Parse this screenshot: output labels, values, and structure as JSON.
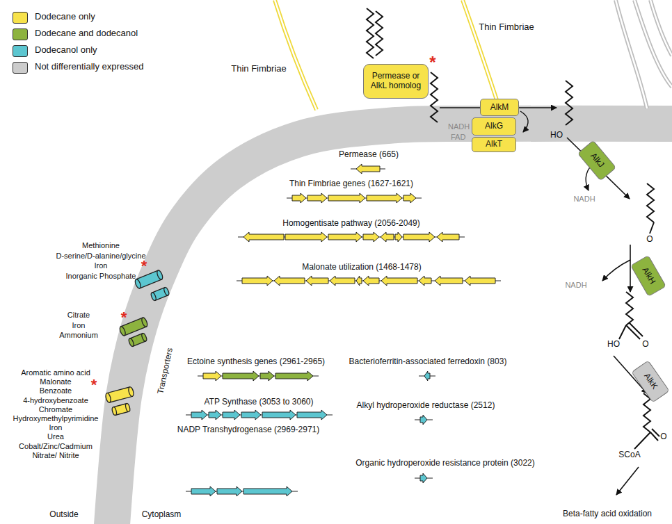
{
  "diagram": {
    "nodes": [
      {
        "text": [
          "Permease or AlkL homolog"
        ]
      },
      {
        "text": [
          "AlkM"
        ]
      },
      {
        "text": [
          "AlkG"
        ]
      },
      {
        "text": [
          "AlkT"
        ]
      },
      {
        "text": [
          "AlkJ"
        ]
      },
      {
        "text": [
          "AlkH"
        ]
      },
      {
        "text": [
          "AlkK"
        ]
      }
    ],
    "labels": [
      "Thin Fimbriae",
      "Thin Fimbriae",
      "*",
      "NADH",
      "FAD",
      "HO",
      "NADH",
      "O",
      "NADH",
      "HO",
      "O",
      "SCoA",
      "O",
      "Beta-fatty acid oxidation",
      "Permease (665)",
      "Thin Fimbriae genes (1627-1621)",
      "Homogentisate pathway (2056-2049)",
      "Malonate utilization (1468-1478)",
      "Ectoine synthesis genes (2961-2965)",
      "Bacterioferritin-associated ferredoxin (803)",
      "ATP Synthase (3053 to 3060)",
      "NADP Transhydrogenase (2969-2971)",
      "Alkyl hydroperoxide reductase (2512)",
      "Organic hydroperoxide resistance protein (3022)",
      "*",
      "Methionine",
      "D-serine/D-alanine/glycine",
      "Iron",
      "Inorganic Phosphate",
      "*",
      "Citrate",
      "Iron",
      "Ammonium",
      "*",
      "Aromatic amino acid",
      "Malonate",
      "Benzoate",
      "4-hydroxybenzoate",
      "Chromate",
      "Hydroxymethylpyrimidine",
      "Iron",
      "Urea",
      "Cobalt/Zinc/Cadmium",
      "Nitrate/ Nitrite",
      "Transporters",
      "Outside",
      "Cytoplasm"
    ],
    "legend": [
      {
        "text": "Dodecane only",
        "color": "#f7e24b"
      },
      {
        "text": "Dodecane and dodecanol",
        "color": "#8db33f"
      },
      {
        "text": "Dodecanol only",
        "color": "#5cc6d0"
      },
      {
        "text": "Not differentially expressed",
        "color": "#cccccc"
      }
    ]
  }
}
